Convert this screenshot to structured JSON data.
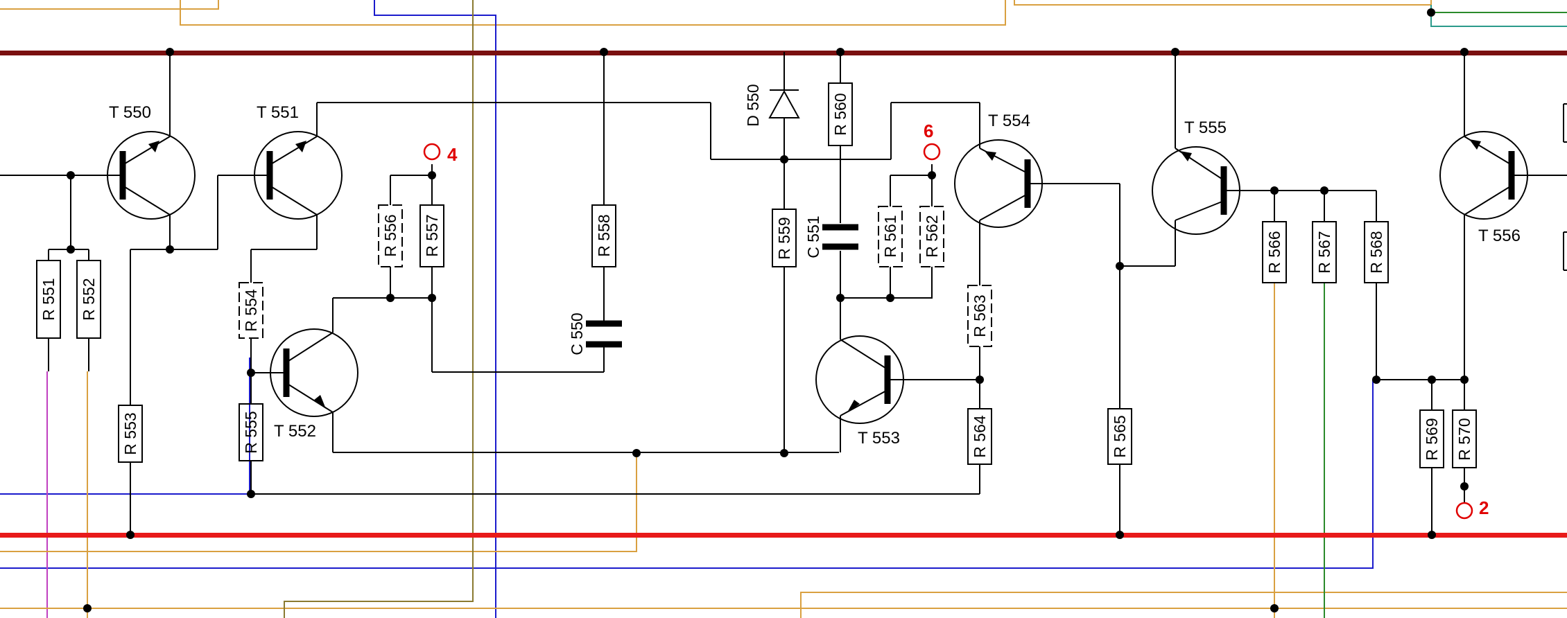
{
  "colors": {
    "rail_top": "#7a1010",
    "rail_bottom": "#e81a1a",
    "wire": "#000000",
    "terminal": "#e00000",
    "wire_orange": "#d9a040",
    "wire_olive": "#8a7a30",
    "wire_blue": "#1a1acc",
    "wire_magenta": "#c040c0",
    "wire_green": "#2a8a2a",
    "wire_teal": "#2a9a8a"
  },
  "transistors": [
    {
      "id": "T 550",
      "label": "T 550",
      "type": "pnp-up"
    },
    {
      "id": "T 551",
      "label": "T 551",
      "type": "pnp-up"
    },
    {
      "id": "T 552",
      "label": "T 552",
      "type": "npn-down"
    },
    {
      "id": "T 553",
      "label": "T 553",
      "type": "npn-down"
    },
    {
      "id": "T 554",
      "label": "T 554",
      "type": "pnp-left"
    },
    {
      "id": "T 555",
      "label": "T 555",
      "type": "pnp-left"
    },
    {
      "id": "T 556",
      "label": "T 556",
      "type": "pnp-left"
    }
  ],
  "resistors": [
    "R 551",
    "R 552",
    "R 553",
    "R 554",
    "R 555",
    "R 556",
    "R 557",
    "R 558",
    "R 559",
    "R 560",
    "R 561",
    "R 562",
    "R 563",
    "R 564",
    "R 565",
    "R 566",
    "R 567",
    "R 568",
    "R 569",
    "R 570"
  ],
  "capacitors": [
    "C 550",
    "C 551"
  ],
  "diodes": [
    "D 550"
  ],
  "terminals": [
    "4",
    "6",
    "2"
  ]
}
